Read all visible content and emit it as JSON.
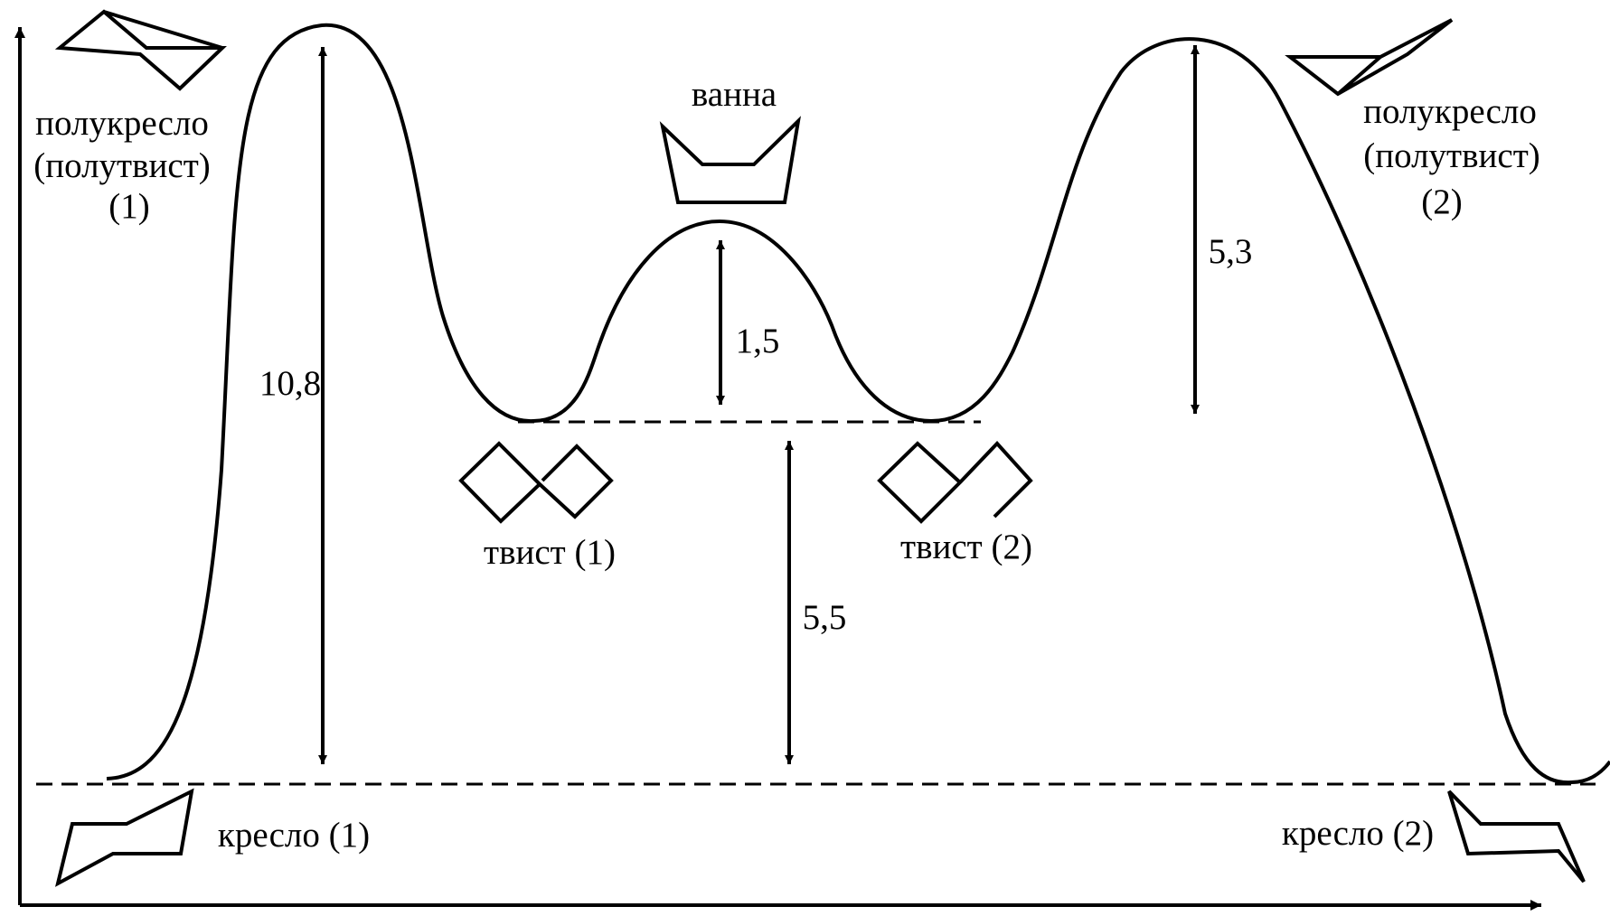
{
  "diagram": {
    "states": {
      "half_chair_1": [
        "полукресло",
        "(полутвист)",
        "(1)"
      ],
      "half_chair_2": [
        "полукресло",
        "(полутвист)",
        "(2)"
      ],
      "boat": "ванна",
      "twist_1": "твист (1)",
      "twist_2": "твист (2)",
      "chair_1": "кресло (1)",
      "chair_2": "кресло (2)"
    },
    "energies": {
      "chair_to_half_chair": "10,8",
      "twist_to_boat": "1,5",
      "chair_to_twist": "5,5",
      "half_chair_2_to_twist_level": "5,3"
    },
    "colors": {
      "ink": "#000000",
      "background": "#ffffff"
    }
  }
}
